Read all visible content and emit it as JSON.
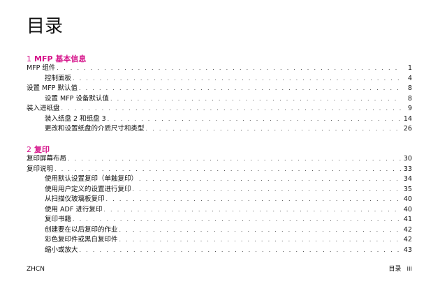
{
  "title": "目录",
  "chapters": [
    {
      "number": "1",
      "name": "MFP 基本信息",
      "entries": [
        {
          "label": "MFP 组件",
          "page": "1",
          "level": 1
        },
        {
          "label": "控制面板",
          "page": "4",
          "level": 2
        },
        {
          "label": "设置 MFP 默认值",
          "page": "8",
          "level": 1
        },
        {
          "label": "设置 MFP 设备默认值",
          "page": "8",
          "level": 2
        },
        {
          "label": "装入进纸盘",
          "page": "9",
          "level": 1
        },
        {
          "label": "装入纸盘 2 和纸盘 3",
          "page": "14",
          "level": 2
        },
        {
          "label": "更改和设置纸盘的介质尺寸和类型",
          "page": "26",
          "level": 2
        }
      ]
    },
    {
      "number": "2",
      "name": "复印",
      "entries": [
        {
          "label": "复印屏幕布局",
          "page": "30",
          "level": 1
        },
        {
          "label": "复印说明",
          "page": "33",
          "level": 1
        },
        {
          "label": "使用默认设置复印（单触复印）",
          "page": "34",
          "level": 2
        },
        {
          "label": "使用用户定义的设置进行复印",
          "page": "35",
          "level": 2
        },
        {
          "label": "从扫描仪玻璃板复印",
          "page": "40",
          "level": 2
        },
        {
          "label": "使用 ADF 进行复印",
          "page": "40",
          "level": 2
        },
        {
          "label": "复印书籍",
          "page": "41",
          "level": 2
        },
        {
          "label": "创建要在以后复印的作业",
          "page": "42",
          "level": 2
        },
        {
          "label": "彩色复印件或黑白复印件",
          "page": "42",
          "level": 2
        },
        {
          "label": "缩小或放大",
          "page": "43",
          "level": 2
        }
      ]
    }
  ],
  "footer": {
    "left": "ZHCN",
    "right_label": "目录",
    "right_page": "iii"
  }
}
